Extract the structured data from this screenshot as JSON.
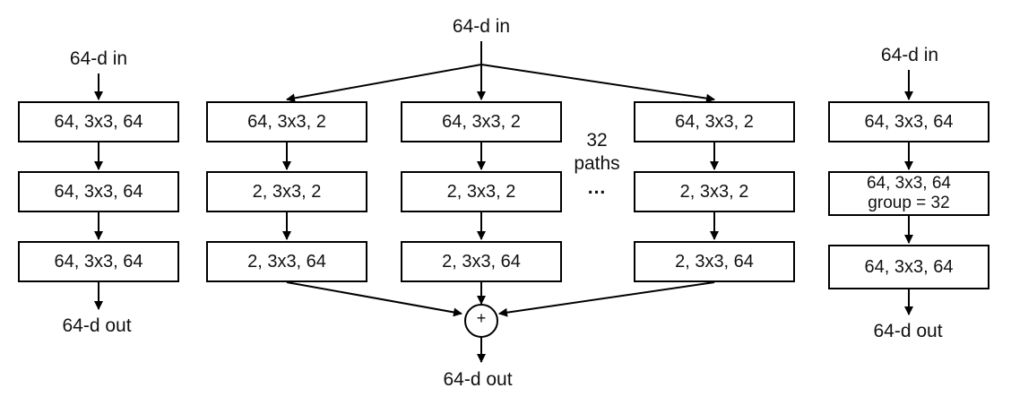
{
  "left_block": {
    "input": "64-d in",
    "layers": [
      "64, 3x3, 64",
      "64, 3x3, 64",
      "64, 3x3, 64"
    ],
    "output": "64-d out"
  },
  "middle_block": {
    "input": "64-d in",
    "paths": [
      [
        "64, 3x3, 2",
        "2, 3x3, 2",
        "2, 3x3, 64"
      ],
      [
        "64, 3x3, 2",
        "2, 3x3, 2",
        "2, 3x3, 64"
      ],
      [
        "64, 3x3, 2",
        "2, 3x3, 2",
        "2, 3x3, 64"
      ]
    ],
    "paths_count": "32",
    "paths_word": "paths",
    "ellipsis": "...",
    "sum_symbol": "+",
    "output": "64-d out"
  },
  "right_block": {
    "input": "64-d in",
    "layer1": "64, 3x3, 64",
    "layer2_line1": "64, 3x3, 64",
    "layer2_line2": "group = 32",
    "layer3": "64, 3x3, 64",
    "output": "64-d out"
  }
}
